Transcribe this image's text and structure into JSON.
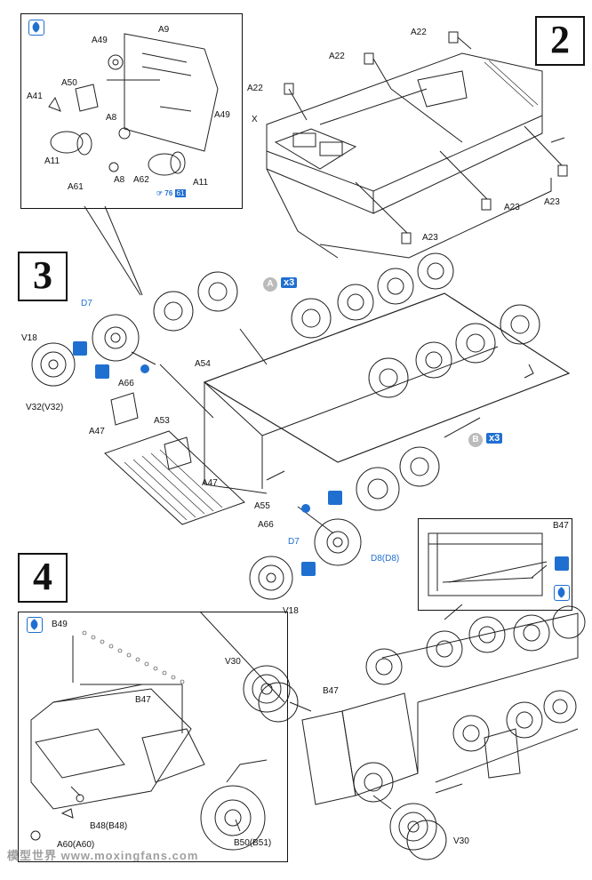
{
  "steps": {
    "s2": "2",
    "s3": "3",
    "s4": "4"
  },
  "callout1": {
    "labels": [
      "A49",
      "A9",
      "A50",
      "A41",
      "A8",
      "A49",
      "A11",
      "A8",
      "A62",
      "A11",
      "A61"
    ],
    "ref_prefix": "☞ 76",
    "ref_num": "61"
  },
  "step2": {
    "labels": [
      "A22",
      "A22",
      "A22",
      "X",
      "A23",
      "A23",
      "A23"
    ]
  },
  "step3": {
    "labels": [
      "D7",
      "V18",
      "V32(V32)",
      "A54",
      "A66",
      "A47",
      "A53",
      "A47",
      "A55",
      "A66",
      "D7",
      "D8(D8)",
      "V18"
    ],
    "badge_a": "A",
    "badge_b": "B",
    "times_a": "x3",
    "times_b": "x3"
  },
  "callout2": {
    "label": "B47"
  },
  "step4": {
    "labels": [
      "B49",
      "B47",
      "B48(B48)",
      "A60(A60)",
      "B50(B51)",
      "V30",
      "B47",
      "V30"
    ]
  },
  "watermark": "模型世界 www.moxingfans.com",
  "colors": {
    "accent": "#1f6fd0",
    "badge_grey": "#bbbbbb"
  }
}
